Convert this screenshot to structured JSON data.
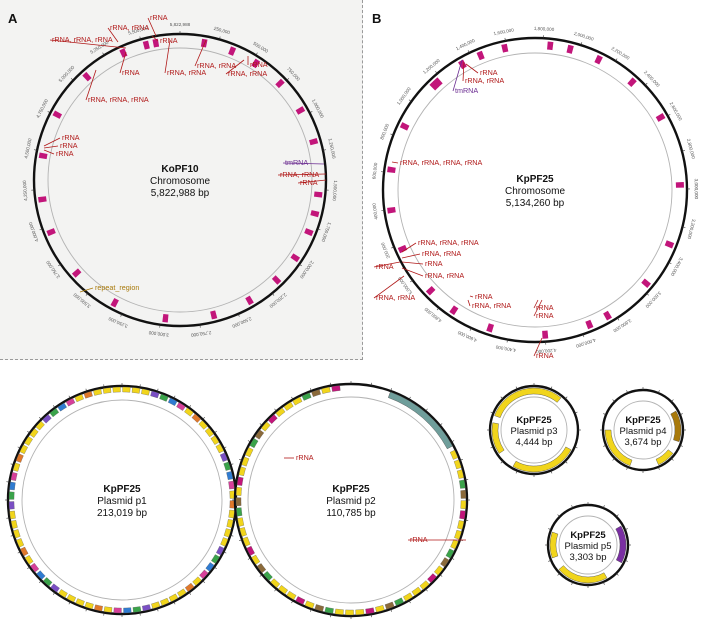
{
  "figure": {
    "panel_labels": [
      "A",
      "B"
    ],
    "colors": {
      "backbone": "#111111",
      "inner_ring": "#b3b3b3",
      "rrna": "#b01818",
      "tmrna": "#6b2c91",
      "repeat_region": "#a8790a",
      "feature_magenta": "#c2157a",
      "cds_yellow": "#f1d51c",
      "teal_block": "#6f9e9b",
      "panel_a_bg": "#f3f3f2"
    }
  },
  "maps": [
    {
      "id": "kopf10",
      "name": "KoPF10",
      "type_label": "Chromosome",
      "size_label": "5,822,988 bp",
      "length": 5822988,
      "tick_labels": [
        "5,822,988",
        "250,000",
        "500,000",
        "750,000",
        "1,000,000",
        "1,250,000",
        "1,500,000",
        "1,750,000",
        "2,000,000",
        "2,250,000",
        "2,500,000",
        "2,750,000",
        "3,000,000",
        "3,250,000",
        "3,500,000",
        "3,750,000",
        "4,000,000",
        "4,250,000",
        "4,500,000",
        "4,750,000",
        "5,000,000",
        "5,250,000",
        "5,500,000"
      ],
      "annotations": [
        {
          "text": "rRNA",
          "kind": "rrna"
        },
        {
          "text": "rRNA, rRNA",
          "kind": "rrna"
        },
        {
          "text": "rRNA, rRNA, rRNA",
          "kind": "rrna"
        },
        {
          "text": "rRNA",
          "kind": "rrna"
        },
        {
          "text": "rRNA",
          "kind": "rrna"
        },
        {
          "text": "rRNA, rRNA",
          "kind": "rrna"
        },
        {
          "text": "rRNA, rRNA",
          "kind": "rrna"
        },
        {
          "text": "rRNA",
          "kind": "rrna"
        },
        {
          "text": "rRNA, rRNA",
          "kind": "rrna"
        },
        {
          "text": "rRNA, rRNA, rRNA",
          "kind": "rrna"
        },
        {
          "text": "rRNA",
          "kind": "rrna"
        },
        {
          "text": "rRNA",
          "kind": "rrna"
        },
        {
          "text": "rRNA",
          "kind": "rrna"
        },
        {
          "text": "tmRNA",
          "kind": "tmrna"
        },
        {
          "text": "rRNA, rRNA",
          "kind": "rrna"
        },
        {
          "text": "rRNA",
          "kind": "rrna"
        },
        {
          "text": "repeat_region",
          "kind": "repeat"
        }
      ]
    },
    {
      "id": "kppf25-chr",
      "name": "KpPF25",
      "type_label": "Chromosome",
      "size_label": "5,134,260 bp",
      "length": 5134260,
      "tick_labels": [
        "1,200,000",
        "1,400,000",
        "1,600,000",
        "1,800,000",
        "2,000,000",
        "2,200,000",
        "2,400,000",
        "2,600,000",
        "2,800,000",
        "3,000,000",
        "3,200,000",
        "3,400,000",
        "3,600,000",
        "3,800,000",
        "4,000,000",
        "4,200,000",
        "4,400,000",
        "4,600,000",
        "4,800,000",
        "5,000,000",
        "200,000",
        "400,000",
        "600,000",
        "800,000",
        "1,000,000"
      ],
      "annotations": [
        {
          "text": "rRNA",
          "kind": "rrna"
        },
        {
          "text": "rRNA, rRNA",
          "kind": "rrna"
        },
        {
          "text": "tmRNA",
          "kind": "tmrna"
        },
        {
          "text": "rRNA, rRNA, rRNA, rRNA",
          "kind": "rrna"
        },
        {
          "text": "rRNA, rRNA, rRNA",
          "kind": "rrna"
        },
        {
          "text": "rRNA, rRNA",
          "kind": "rrna"
        },
        {
          "text": "rRNA",
          "kind": "rrna"
        },
        {
          "text": "rRNA, rRNA",
          "kind": "rrna"
        },
        {
          "text": "rRNA",
          "kind": "rrna"
        },
        {
          "text": "rRNA, rRNA",
          "kind": "rrna"
        },
        {
          "text": "rRNA",
          "kind": "rrna"
        },
        {
          "text": "rRNA, rRNA",
          "kind": "rrna"
        },
        {
          "text": "rRNA",
          "kind": "rrna"
        },
        {
          "text": "rRNA",
          "kind": "rrna"
        },
        {
          "text": "rRNA",
          "kind": "rrna"
        }
      ]
    },
    {
      "id": "kppf25-p1",
      "name": "KpPF25",
      "type_label": "Plasmid p1",
      "size_label": "213,019 bp",
      "length": 213019,
      "tick_labels": [],
      "annotations": []
    },
    {
      "id": "kppf25-p2",
      "name": "KpPF25",
      "type_label": "Plasmid p2",
      "size_label": "110,785 bp",
      "length": 110785,
      "tick_labels": [],
      "annotations": [
        {
          "text": "rRNA",
          "kind": "feature"
        },
        {
          "text": "rRNA",
          "kind": "feature"
        }
      ]
    },
    {
      "id": "kppf25-p3",
      "name": "KpPF25",
      "type_label": "Plasmid p3",
      "size_label": "4,444 bp",
      "length": 4444,
      "tick_labels": [],
      "annotations": []
    },
    {
      "id": "kppf25-p4",
      "name": "KpPF25",
      "type_label": "Plasmid p4",
      "size_label": "3,674 bp",
      "length": 3674,
      "tick_labels": [],
      "annotations": []
    },
    {
      "id": "kppf25-p5",
      "name": "KpPF25",
      "type_label": "Plasmid p5",
      "size_label": "3,303 bp",
      "length": 3303,
      "tick_labels": [],
      "annotations": []
    }
  ]
}
